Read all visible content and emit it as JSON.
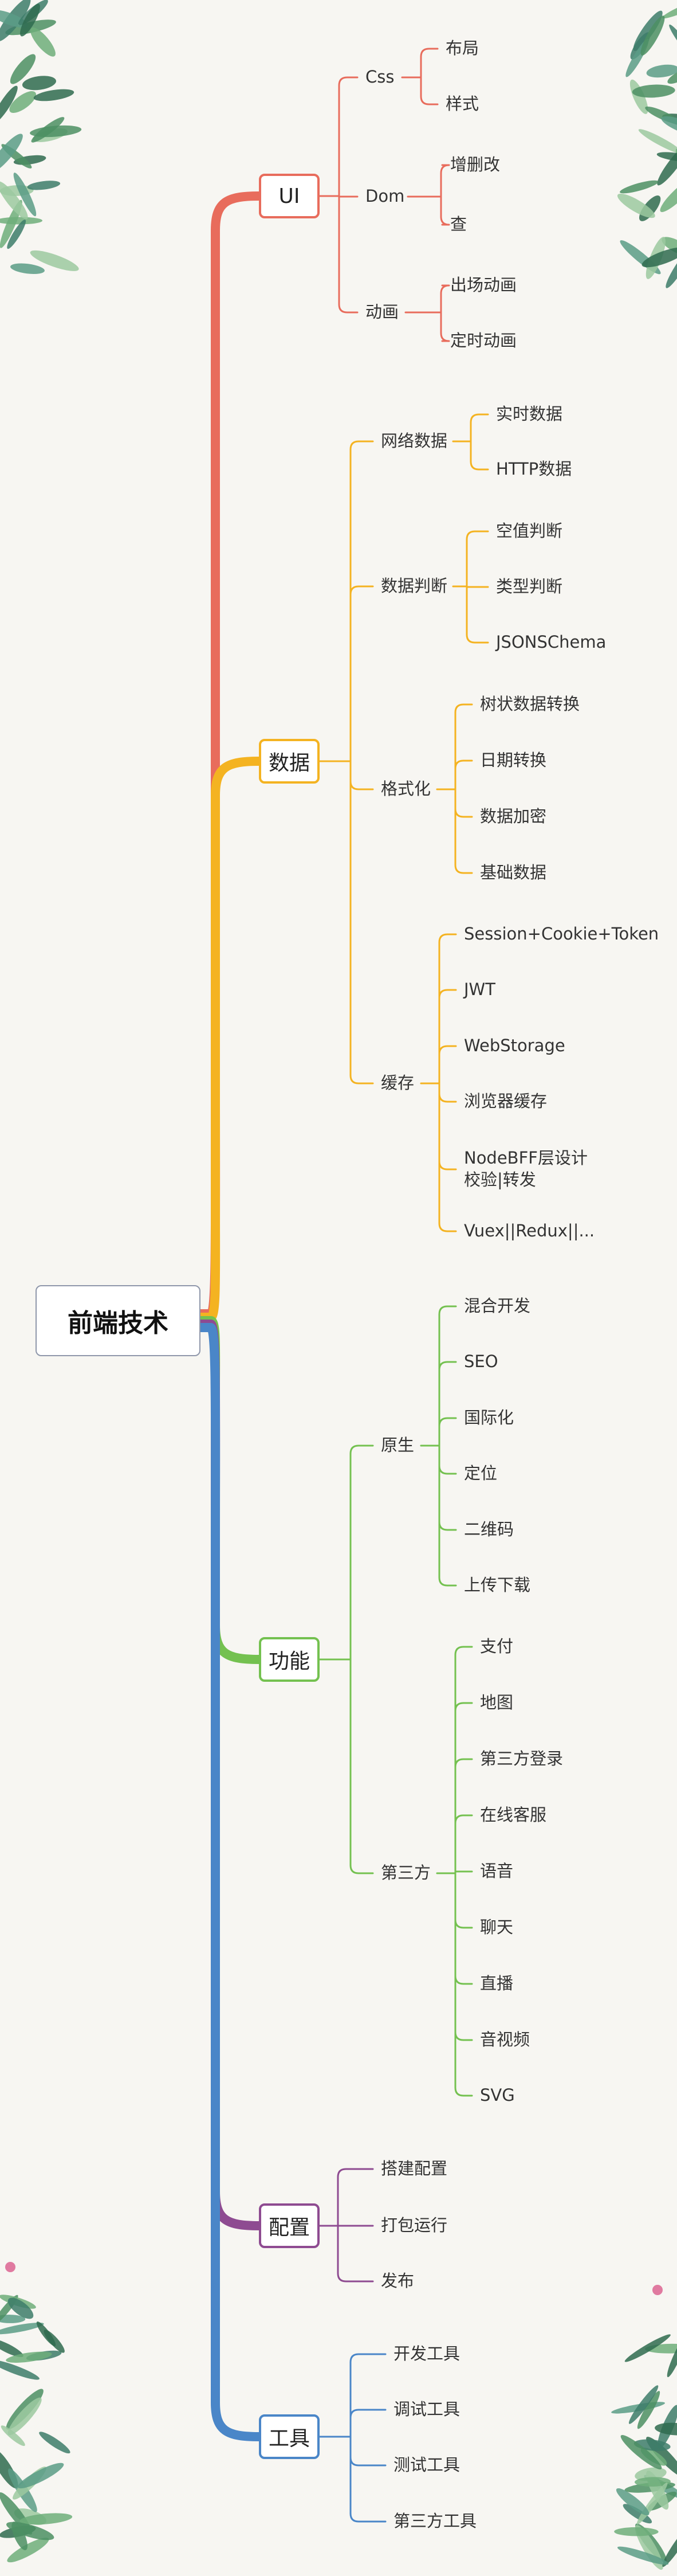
{
  "root": {
    "label": "前端技术"
  },
  "branches": [
    {
      "id": "ui",
      "label": "UI",
      "color": "#e86c5c",
      "children": [
        {
          "label": "Css",
          "children": [
            {
              "label": "布局"
            },
            {
              "label": "样式"
            }
          ]
        },
        {
          "label": "Dom",
          "children": [
            {
              "label": "增删改"
            },
            {
              "label": "查"
            }
          ]
        },
        {
          "label": "动画",
          "children": [
            {
              "label": "出场动画"
            },
            {
              "label": "定时动画"
            }
          ]
        }
      ]
    },
    {
      "id": "data",
      "label": "数据",
      "color": "#f4b321",
      "children": [
        {
          "label": "网络数据",
          "children": [
            {
              "label": "实时数据"
            },
            {
              "label": "HTTP数据"
            }
          ]
        },
        {
          "label": "数据判断",
          "children": [
            {
              "label": "空值判断"
            },
            {
              "label": "类型判断"
            },
            {
              "label": "JSONSChema"
            }
          ]
        },
        {
          "label": "格式化",
          "children": [
            {
              "label": "树状数据转换"
            },
            {
              "label": "日期转换"
            },
            {
              "label": "数据加密"
            },
            {
              "label": "基础数据"
            }
          ]
        },
        {
          "label": "缓存",
          "children": [
            {
              "label": "Session+Cookie+Token"
            },
            {
              "label": "JWT"
            },
            {
              "label": "WebStorage"
            },
            {
              "label": "浏览器缓存"
            },
            {
              "label": "NodeBFF层设计\n校验|转发"
            },
            {
              "label": "Vuex||Redux||..."
            }
          ]
        }
      ]
    },
    {
      "id": "features",
      "label": "功能",
      "color": "#74c150",
      "children": [
        {
          "label": "原生",
          "children": [
            {
              "label": "混合开发"
            },
            {
              "label": "SEO"
            },
            {
              "label": "国际化"
            },
            {
              "label": "定位"
            },
            {
              "label": "二维码"
            },
            {
              "label": "上传下载"
            }
          ]
        },
        {
          "label": "第三方",
          "children": [
            {
              "label": "支付"
            },
            {
              "label": "地图"
            },
            {
              "label": "第三方登录"
            },
            {
              "label": "在线客服"
            },
            {
              "label": "语音"
            },
            {
              "label": "聊天"
            },
            {
              "label": "直播"
            },
            {
              "label": "音视频"
            },
            {
              "label": "SVG"
            }
          ]
        }
      ]
    },
    {
      "id": "config",
      "label": "配置",
      "color": "#8e4b91",
      "children": [
        {
          "label": "搭建配置"
        },
        {
          "label": "打包运行"
        },
        {
          "label": "发布"
        }
      ]
    },
    {
      "id": "tools",
      "label": "工具",
      "color": "#4a86c8",
      "children": [
        {
          "label": "开发工具"
        },
        {
          "label": "调试工具"
        },
        {
          "label": "测试工具"
        },
        {
          "label": "第三方工具"
        }
      ]
    }
  ]
}
